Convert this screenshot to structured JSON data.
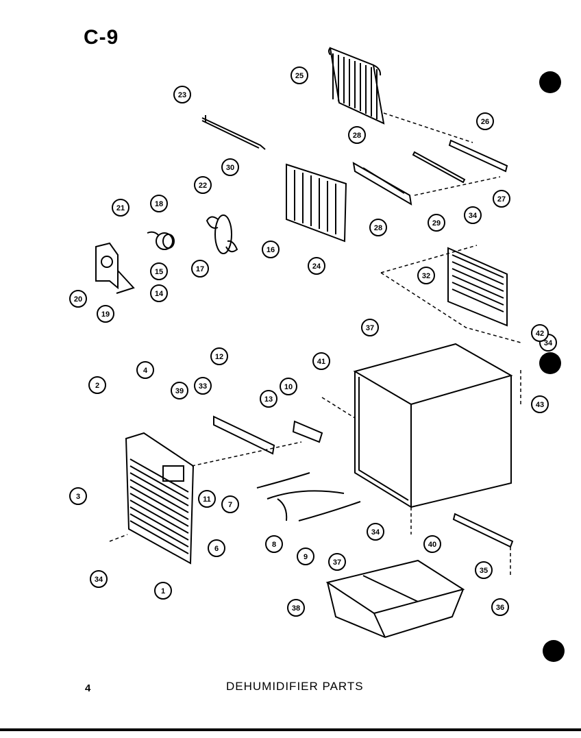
{
  "page": {
    "label": "C-9",
    "footer_page_number": "4",
    "footer_title": "DEHUMIDIFIER PARTS"
  },
  "callouts": [
    "1",
    "2",
    "3",
    "4",
    "6",
    "7",
    "8",
    "9",
    "10",
    "11",
    "12",
    "13",
    "14",
    "15",
    "16",
    "17",
    "18",
    "19",
    "20",
    "21",
    "22",
    "23",
    "24",
    "25",
    "26",
    "27",
    "28",
    "28",
    "29",
    "30",
    "32",
    "33",
    "34",
    "34",
    "34",
    "34",
    "35",
    "36",
    "37",
    "37",
    "38",
    "39",
    "40",
    "41",
    "42",
    "43"
  ],
  "colors": {
    "ink": "#000000",
    "paper": "#ffffff"
  }
}
